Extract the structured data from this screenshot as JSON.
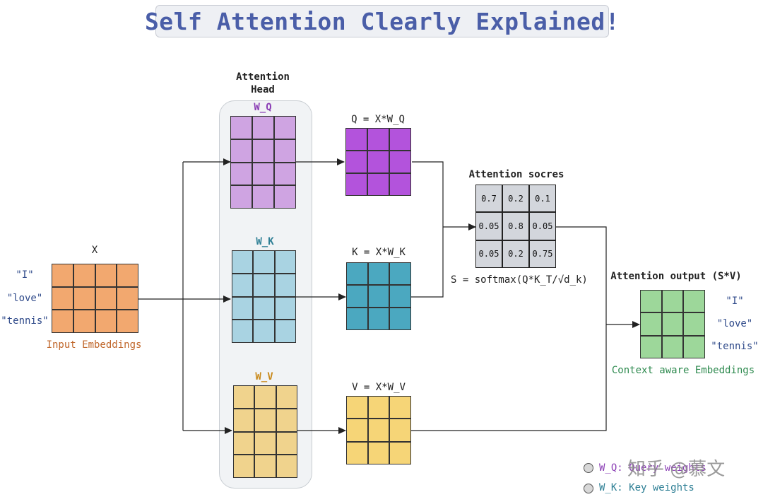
{
  "title": "Self Attention Clearly Explained!",
  "attention_head_label": "Attention\nHead",
  "input": {
    "matrix_label": "X",
    "tokens": [
      "\"I\"",
      "\"love\"",
      "\"tennis\""
    ],
    "caption": "Input Embeddings",
    "color": "#f2a86f"
  },
  "weights": {
    "wq": {
      "label": "W_Q",
      "color": "#cfa4e2",
      "label_color": "#8b3fb5"
    },
    "wk": {
      "label": "W_K",
      "color": "#a9d3e2",
      "label_color": "#2e7f95"
    },
    "wv": {
      "label": "W_V",
      "color": "#f0d38d",
      "label_color": "#c98a1c"
    }
  },
  "projections": {
    "q": {
      "label": "Q = X*W_Q",
      "color": "#b353dc"
    },
    "k": {
      "label": "K = X*W_K",
      "color": "#4ba8c0"
    },
    "v": {
      "label": "V = X*W_V",
      "color": "#f6d577"
    }
  },
  "scores": {
    "label": "Attention socres",
    "values": [
      [
        "0.7",
        "0.2",
        "0.1"
      ],
      [
        "0.05",
        "0.8",
        "0.05"
      ],
      [
        "0.05",
        "0.2",
        "0.75"
      ]
    ],
    "formula": "S = softmax(Q*K_T/√d_k)"
  },
  "output": {
    "label": "Attention output (S*V)",
    "tokens": [
      "\"I\"",
      "\"love\"",
      "\"tennis\""
    ],
    "caption": "Context aware Embeddings",
    "color": "#9dd79a",
    "caption_color": "#2e8a4f"
  },
  "legend": [
    {
      "text": "W_Q: Query weights",
      "color": "#8b3fb5"
    },
    {
      "text": "W_K: Key weights",
      "color": "#2e7f95"
    }
  ],
  "watermark": "知乎 @慕文",
  "colors": {
    "token": "#2f4a8a",
    "input_caption": "#c0662a",
    "wire": "#222222"
  }
}
